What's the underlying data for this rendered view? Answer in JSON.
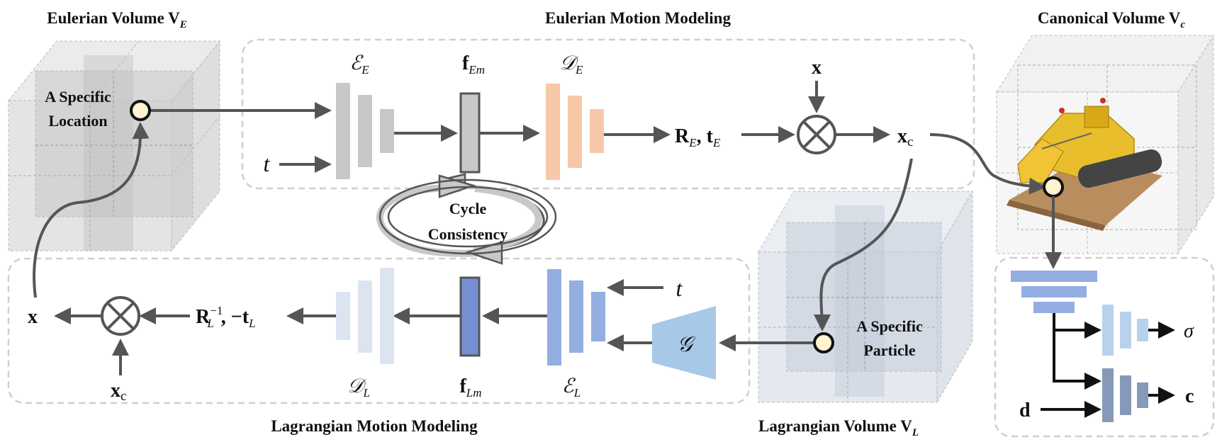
{
  "titles": {
    "eulerian_volume": "Eulerian Volume V",
    "eulerian_volume_sub": "E",
    "eulerian_motion": "Eulerian Motion Modeling",
    "canonical_volume": "Canonical Volume V",
    "canonical_volume_sub": "c",
    "lagrangian_motion": "Lagrangian Motion Modeling",
    "lagrangian_volume": "Lagrangian Volume V",
    "lagrangian_volume_sub": "L"
  },
  "labels": {
    "specific_location_1": "A Specific",
    "specific_location_2": "Location",
    "specific_particle_1": "A Specific",
    "specific_particle_2": "Particle",
    "cycle_1": "Cycle",
    "cycle_2": "Consistency",
    "time": "t",
    "x": "x",
    "xc": "x",
    "xc_sub": "c",
    "encoder_E": "ℰ",
    "encoder_E_sub": "E",
    "feat_E": "f",
    "feat_E_sub": "Em",
    "decoder_E": "𝒟",
    "decoder_E_sub": "E",
    "rt_E_R": "R",
    "rt_E_sub1": "E",
    "rt_E_t": ", t",
    "rt_E_sub2": "E",
    "encoder_L": "ℰ",
    "encoder_L_sub": "L",
    "feat_L": "f",
    "feat_L_sub": "Lm",
    "decoder_L": "𝒟",
    "decoder_L_sub": "L",
    "rt_L_R": "R",
    "rt_L_sup": "−1",
    "rt_L_sub": "L",
    "rt_L_t": ", −t",
    "rt_L_sub2": "L",
    "generator": "𝒢",
    "sigma": "σ",
    "color": "c",
    "direction": "d"
  },
  "colors": {
    "gray_block": "#c8c8c8",
    "orange_block": "#f7c8a8",
    "blue_light": "#dce4f2",
    "blue_mid": "#93aee0",
    "blue_dark": "#7490d2",
    "blue_generator": "#a8c8e8",
    "slate_block": "#8699b8",
    "arrow": "#555555",
    "dot_fill": "#fff4d0"
  },
  "icons": {
    "multiply": "circled-times-icon",
    "location": "point-marker-icon",
    "scene": "bulldozer-scene-icon"
  }
}
